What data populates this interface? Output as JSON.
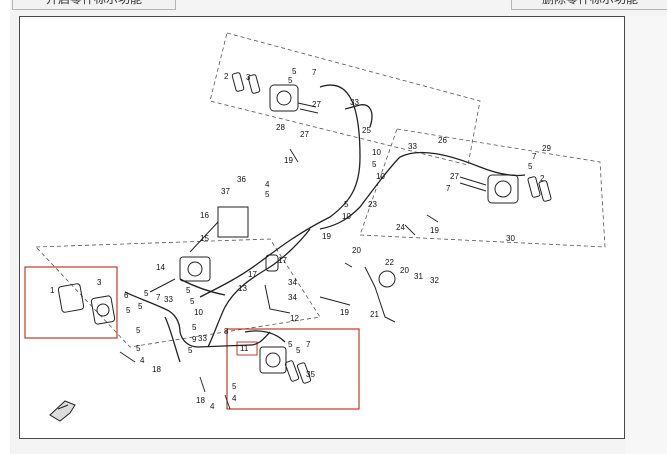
{
  "toolbar": {
    "left_button_label": "开启零件标示功能",
    "right_button_label": "删除零件标示功能"
  },
  "colors": {
    "highlight_box": "#c0392b",
    "line": "#222222",
    "dash": "#555555"
  },
  "diagram": {
    "icon": "north-arrow-icon",
    "callouts": [
      "1",
      "2",
      "3",
      "4",
      "5",
      "6",
      "7",
      "8",
      "9",
      "10",
      "11",
      "12",
      "13",
      "14",
      "15",
      "16",
      "17",
      "18",
      "19",
      "20",
      "21",
      "22",
      "23",
      "24",
      "25",
      "26",
      "27",
      "28",
      "29",
      "30",
      "31",
      "32",
      "33",
      "34",
      "35",
      "36",
      "37"
    ]
  }
}
